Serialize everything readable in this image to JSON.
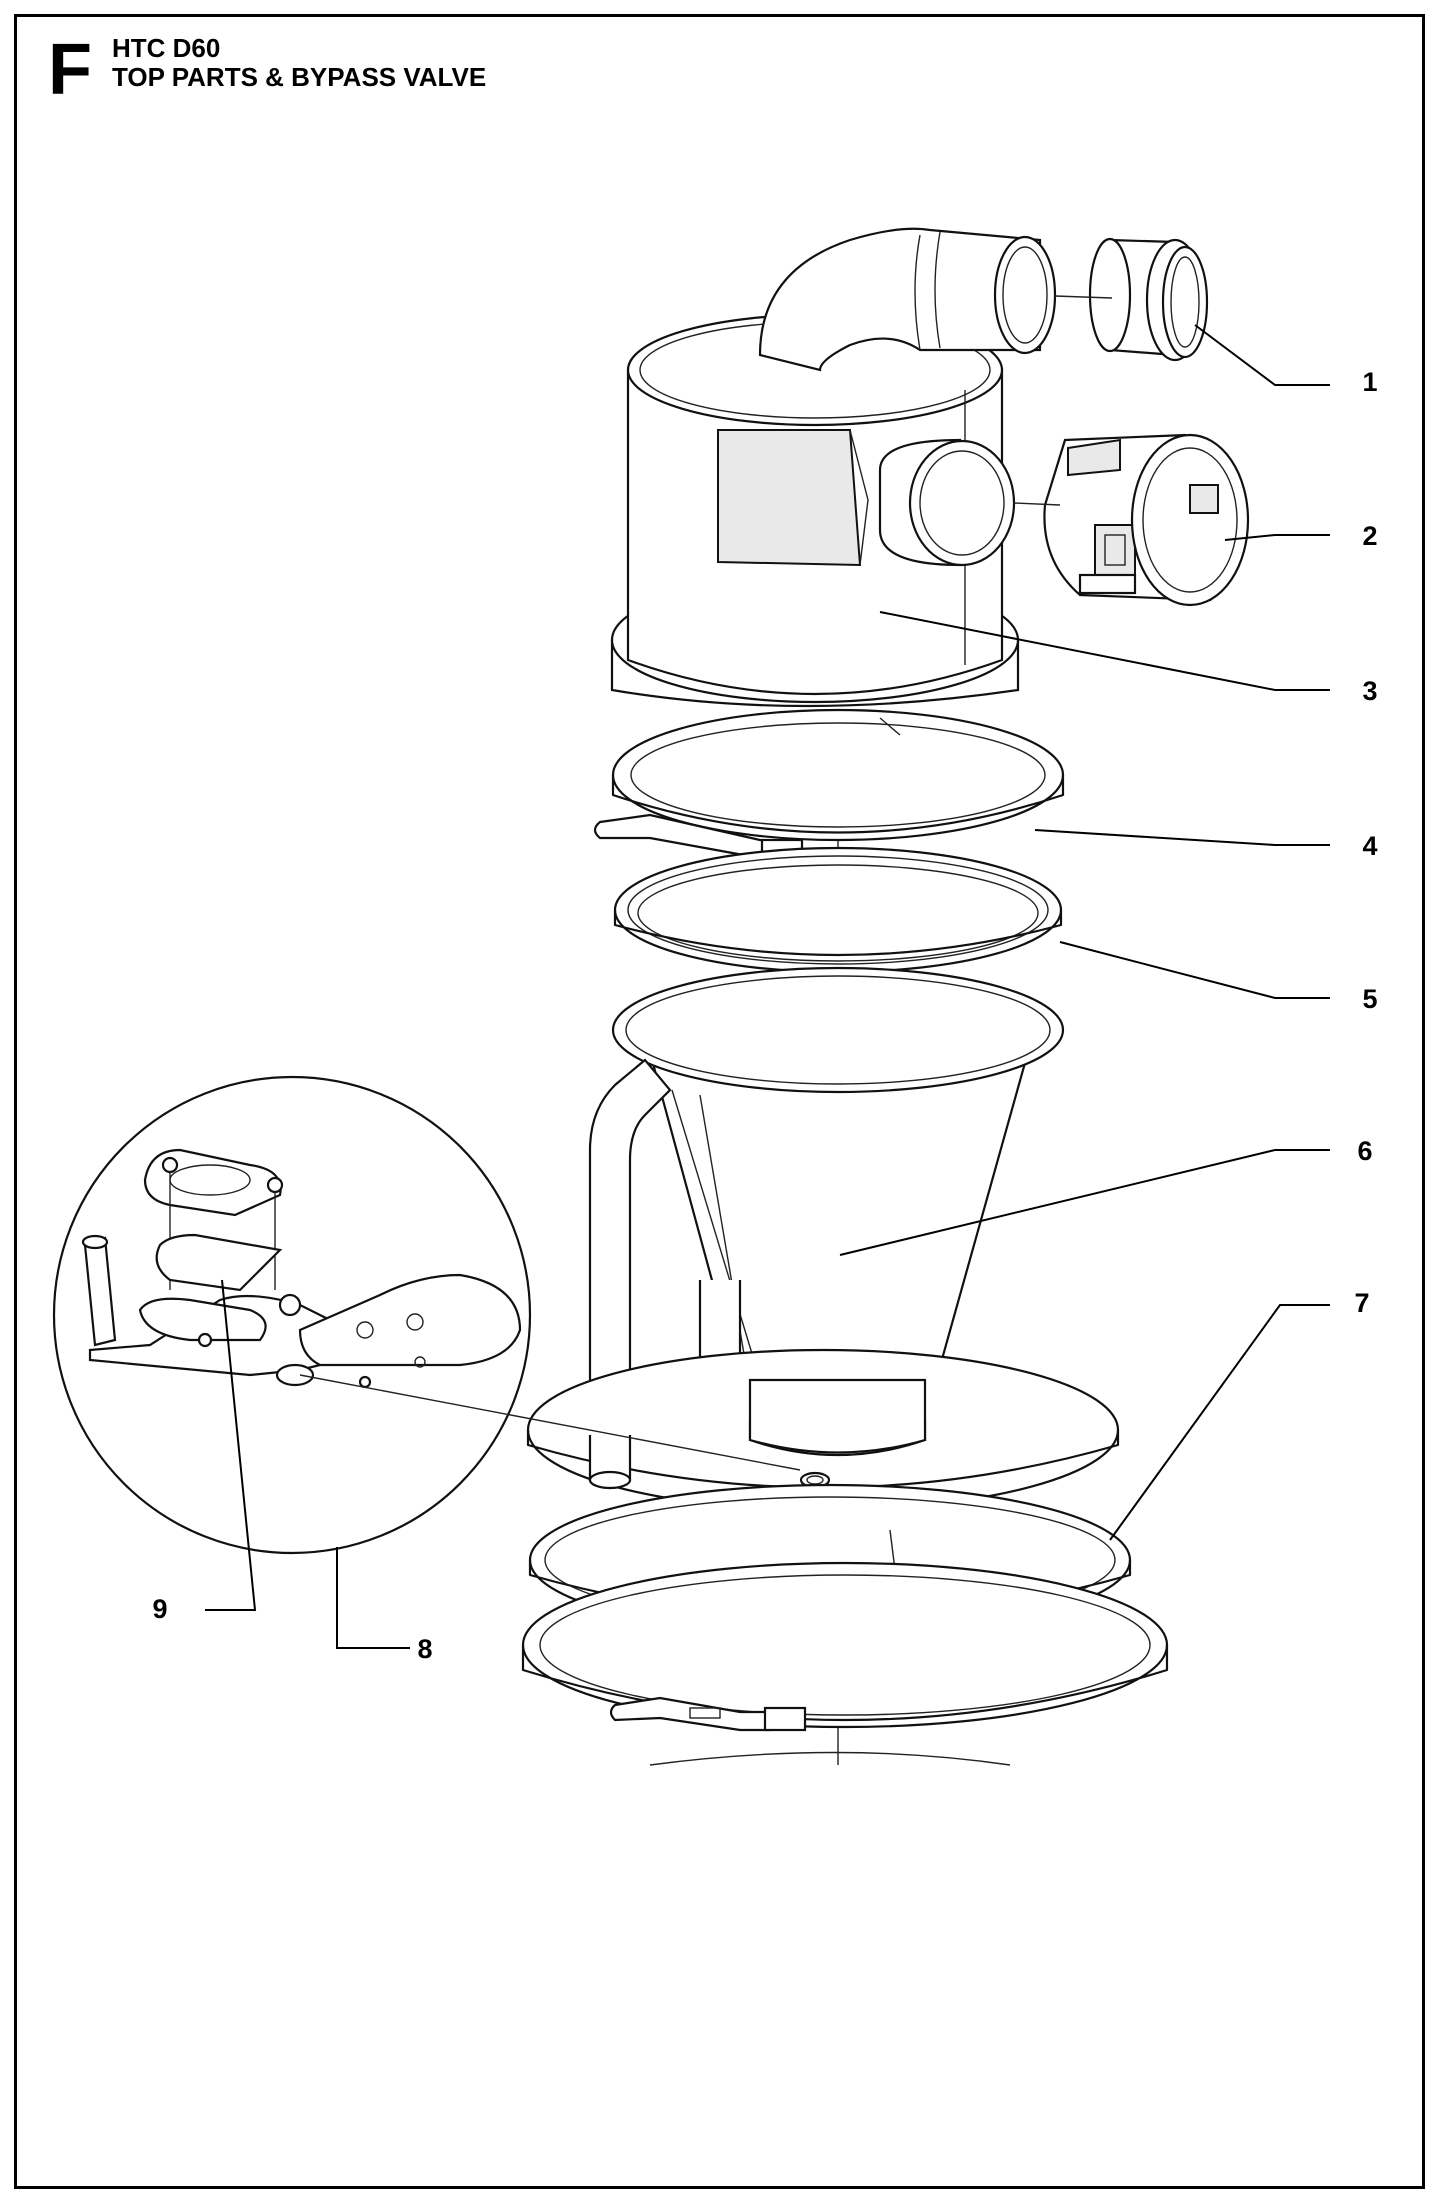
{
  "section_letter": "F",
  "title": {
    "model": "HTC D60",
    "subtitle": "TOP PARTS & BYPASS VALVE"
  },
  "callouts": [
    "1",
    "2",
    "3",
    "4",
    "5",
    "6",
    "7",
    "8",
    "9"
  ]
}
